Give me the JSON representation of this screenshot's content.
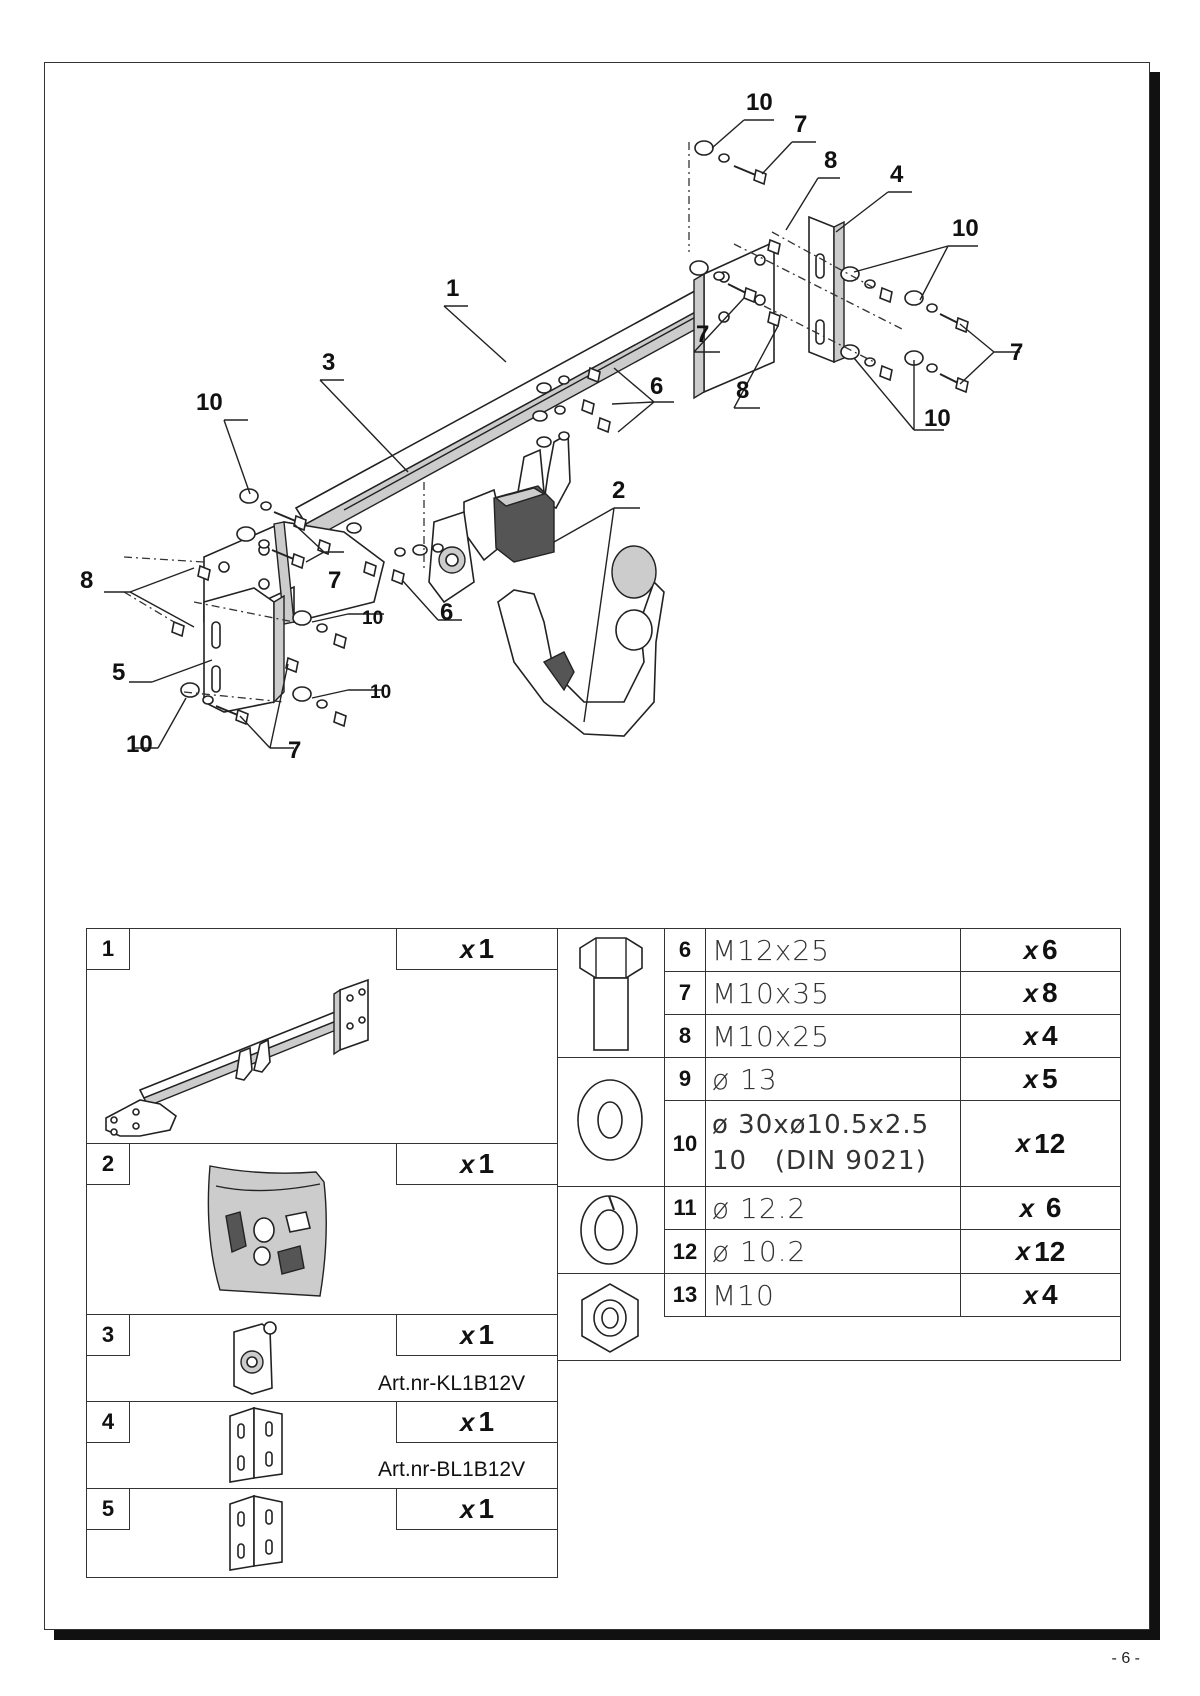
{
  "drawing": {
    "callouts": {
      "c1": "1",
      "c2": "2",
      "c3": "3",
      "c4": "4",
      "c5": "5",
      "c6a": "6",
      "c6b": "6",
      "c7a": "7",
      "c7b": "7",
      "c7c": "7",
      "c7d": "7",
      "c7e": "7",
      "c8a": "8",
      "c8b": "8",
      "c8c": "8",
      "c10a": "10",
      "c10b": "10",
      "c10c": "10",
      "c10d": "10",
      "c10e": "10",
      "c10f": "10",
      "c10g": "10"
    }
  },
  "parts": [
    {
      "num": "1",
      "qty_x": "x",
      "qty": "1",
      "art": ""
    },
    {
      "num": "2",
      "qty_x": "x",
      "qty": "1",
      "art": ""
    },
    {
      "num": "3",
      "qty_x": "x",
      "qty": "1",
      "art": "Art.nr-KL1B12V"
    },
    {
      "num": "4",
      "qty_x": "x",
      "qty": "1",
      "art": "Art.nr-BL1B12V"
    },
    {
      "num": "5",
      "qty_x": "x",
      "qty": "1",
      "art": ""
    }
  ],
  "hardware": [
    {
      "num": "6",
      "spec": "M12x25",
      "qty_x": "x",
      "qty": "6"
    },
    {
      "num": "7",
      "spec": "M10x35",
      "qty_x": "x",
      "qty": "8"
    },
    {
      "num": "8",
      "spec": "M10x25",
      "qty_x": "x",
      "qty": "4"
    },
    {
      "num": "9",
      "spec": "ø 13",
      "qty_x": "x",
      "qty": "5"
    },
    {
      "num": "10",
      "spec_line1": "ø 30xø10.5x2.5",
      "spec_line2": "10   (DIN 9021)",
      "qty_x": "x",
      "qty": "12"
    },
    {
      "num": "11",
      "spec": "ø 12.2",
      "qty_x": "x",
      "qty": " 6"
    },
    {
      "num": "12",
      "spec": "ø 10.2",
      "qty_x": "x",
      "qty": "12"
    },
    {
      "num": "13",
      "spec": "M10",
      "qty_x": "x",
      "qty": "4"
    }
  ],
  "footer": {
    "page": "- 6 -"
  }
}
